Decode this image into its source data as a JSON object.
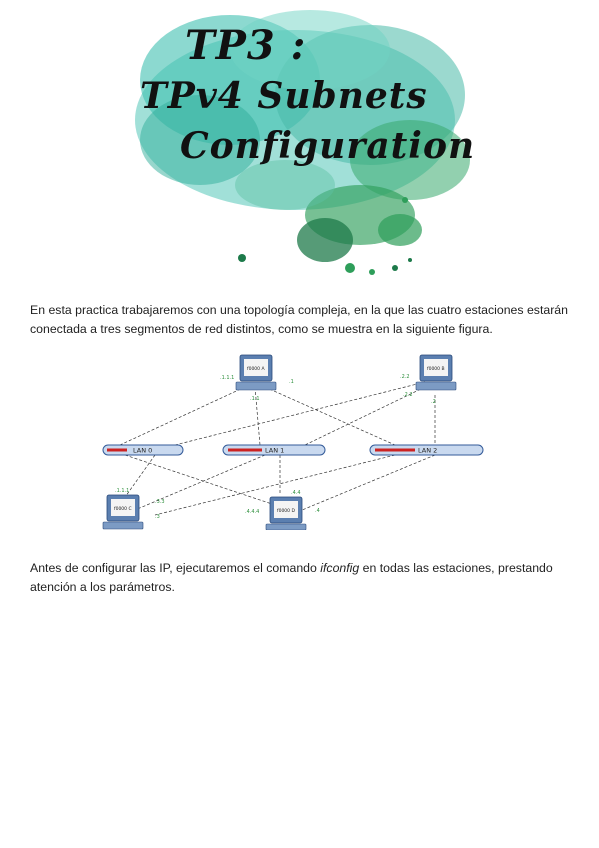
{
  "header": {
    "title_line1": "TP3 :",
    "title_line2": "TPv4 Subnets",
    "title_line3": "Configuration",
    "colors": {
      "splash_primary": "#3fbfb0",
      "splash_green": "#2e9e5a",
      "splash_dark": "#1d7a4a"
    }
  },
  "paragraph1": {
    "line1": "En esta practica trabajaremos con una topología compleja, en la que las cuatro estaciones estarán",
    "line2": "conectada a tres segmentos de red distintos, como se muestra en la siguiente figura."
  },
  "diagram": {
    "stations": [
      {
        "name": "f0000 A",
        "ips": [
          ".1.1.1",
          ".1",
          ".1.1"
        ]
      },
      {
        "name": "f0000 B",
        "ips": [
          ".2.2",
          ".2.2",
          ".2"
        ]
      },
      {
        "name": "f0000 C",
        "ips": [
          ".1.1.1",
          ".3.3",
          ".3"
        ]
      },
      {
        "name": "f0000 D",
        "ips": [
          ".4.4",
          ".4.4.4",
          ".4"
        ]
      }
    ],
    "lans": [
      "LAN 0",
      "LAN 1",
      "LAN 2"
    ]
  },
  "paragraph2": {
    "before": "Antes de configurar las IP, ejecutaremos el comando ",
    "command": "ifconfig",
    "after": " en todas las estaciones, prestando",
    "line2": "atención a los parámetros."
  }
}
